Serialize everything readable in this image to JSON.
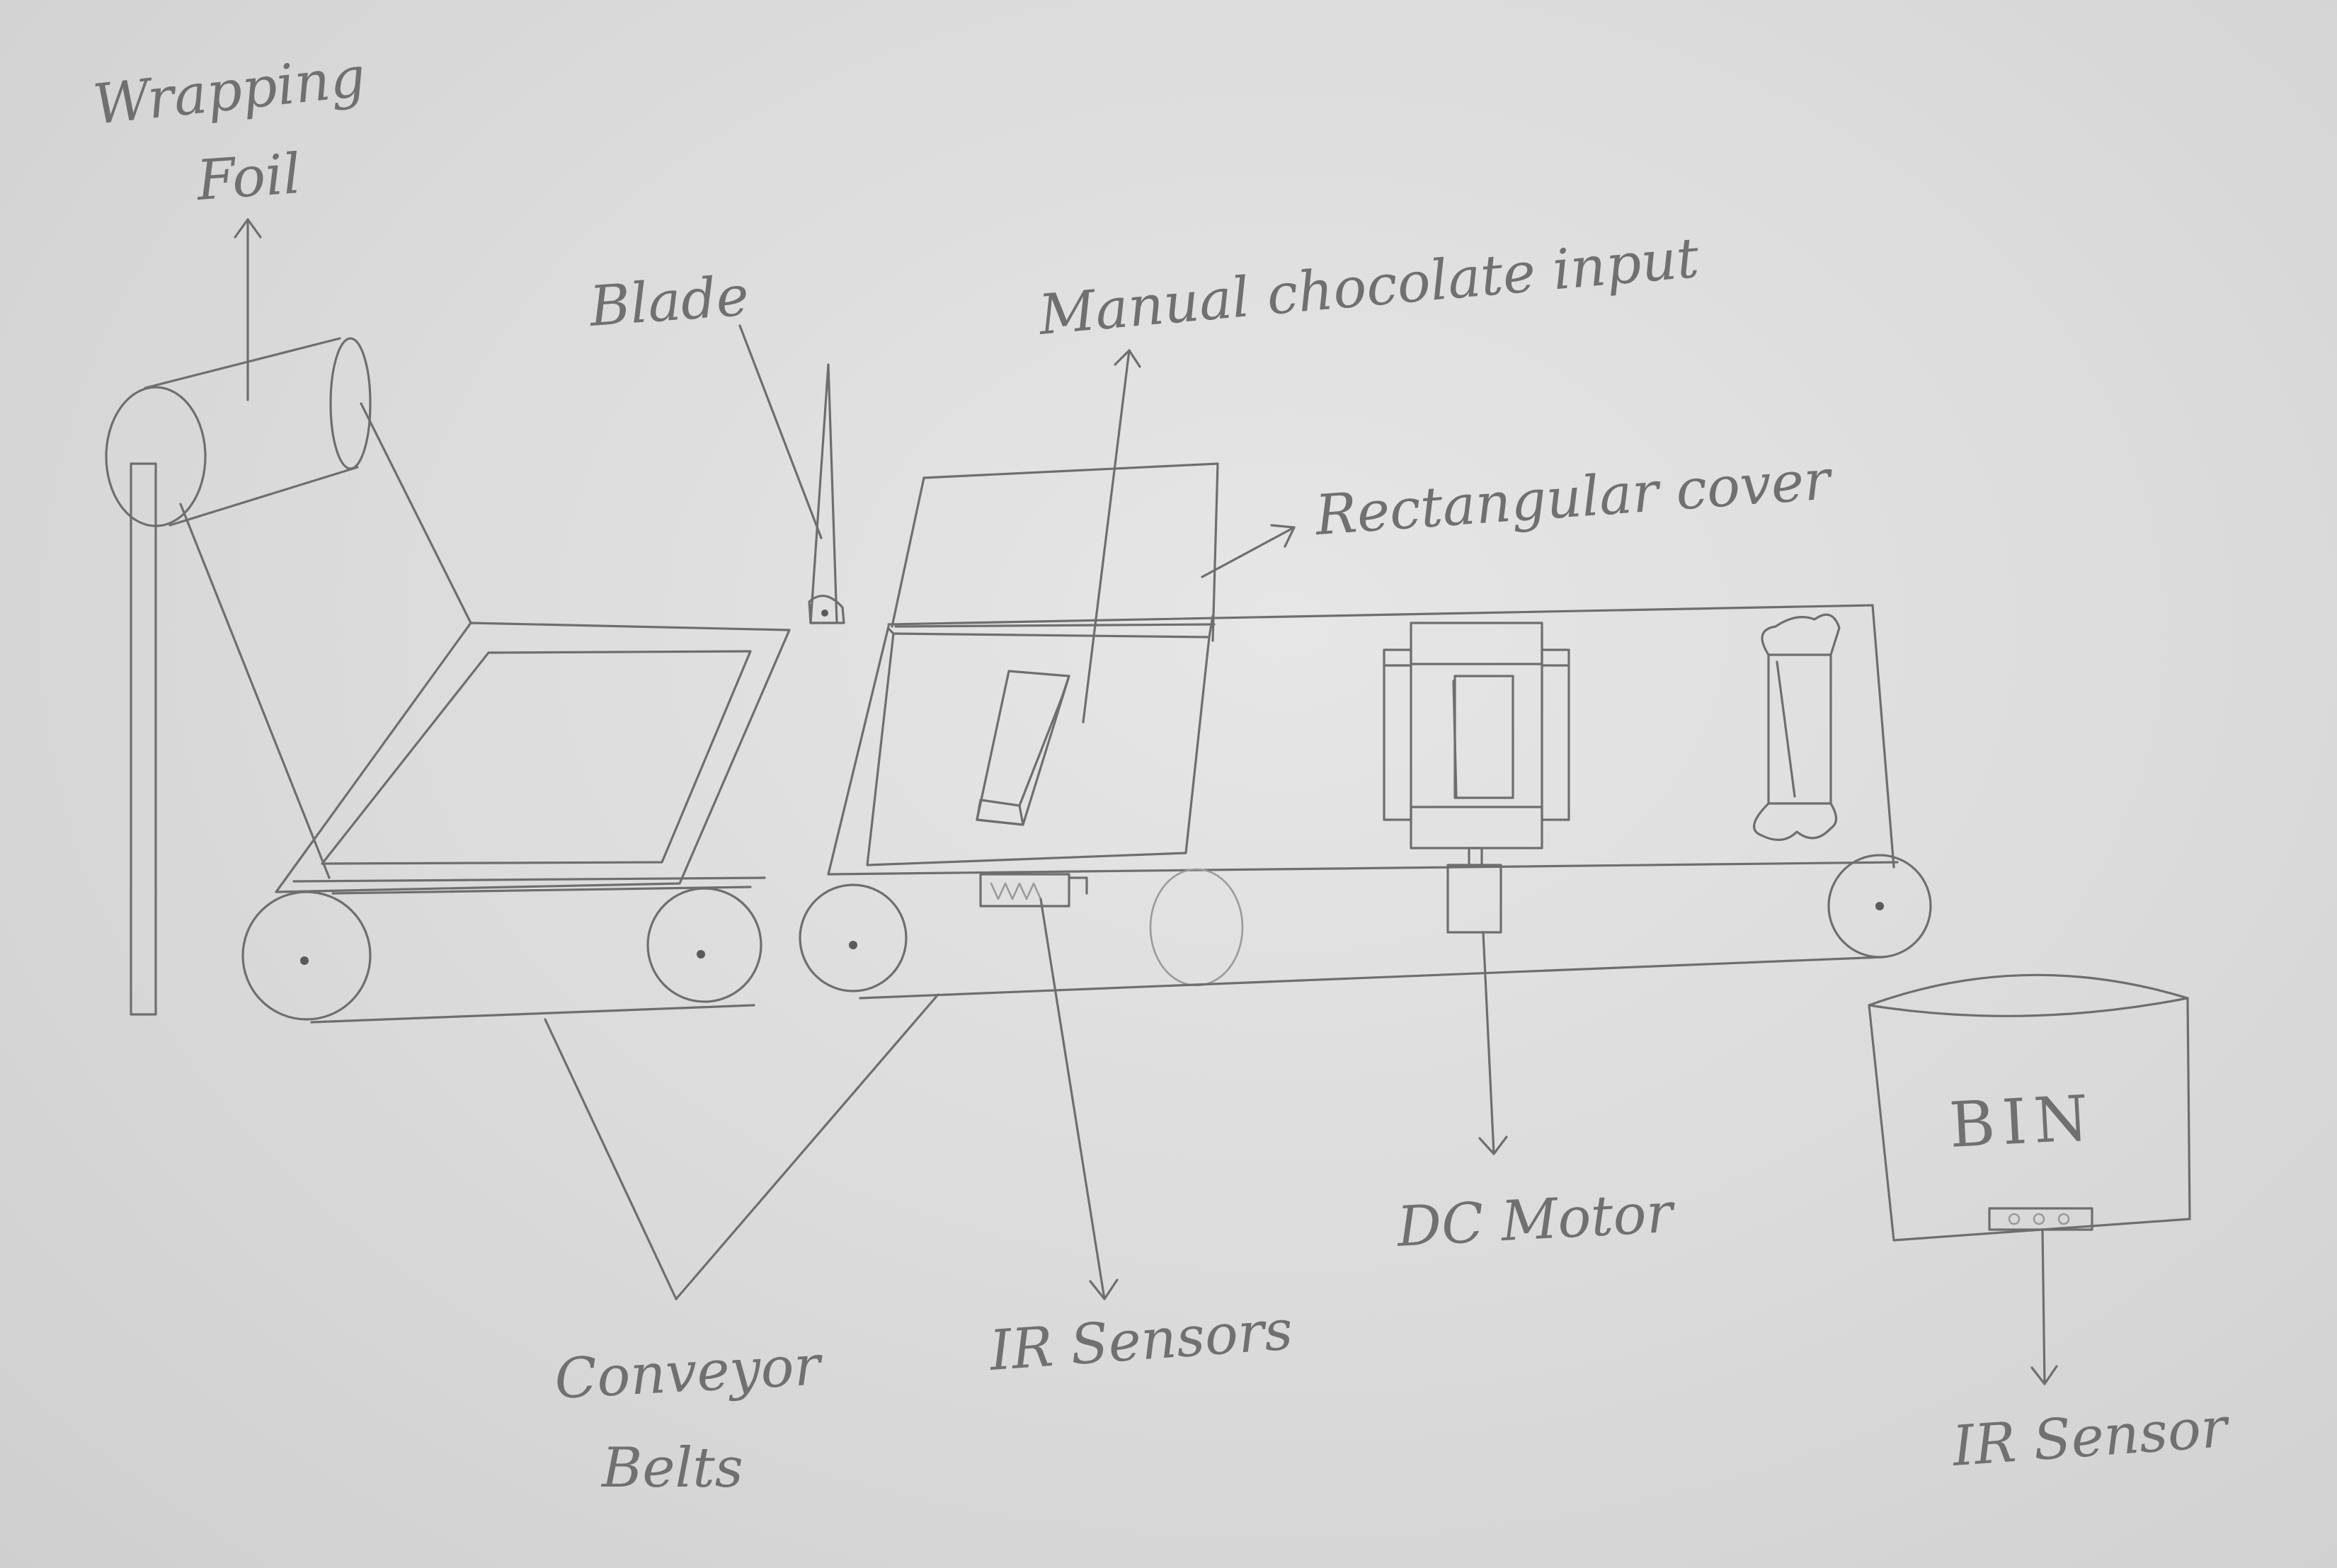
{
  "labels": {
    "wrapping_foil_line1": "Wrapping",
    "wrapping_foil_line2": "Foil",
    "blade": "Blade",
    "manual_chocolate_input": "Manual chocolate input",
    "rectangular_cover": "Rectangular cover",
    "conveyor_belts_line1": "Conveyor",
    "conveyor_belts_line2": "Belts",
    "ir_sensors": "IR Sensors",
    "dc_motor": "DC Motor",
    "bin": "BIN",
    "ir_sensor": "IR Sensor"
  },
  "colors": {
    "paper": "#dcdcdc",
    "pencil": "#6e6e6e"
  }
}
